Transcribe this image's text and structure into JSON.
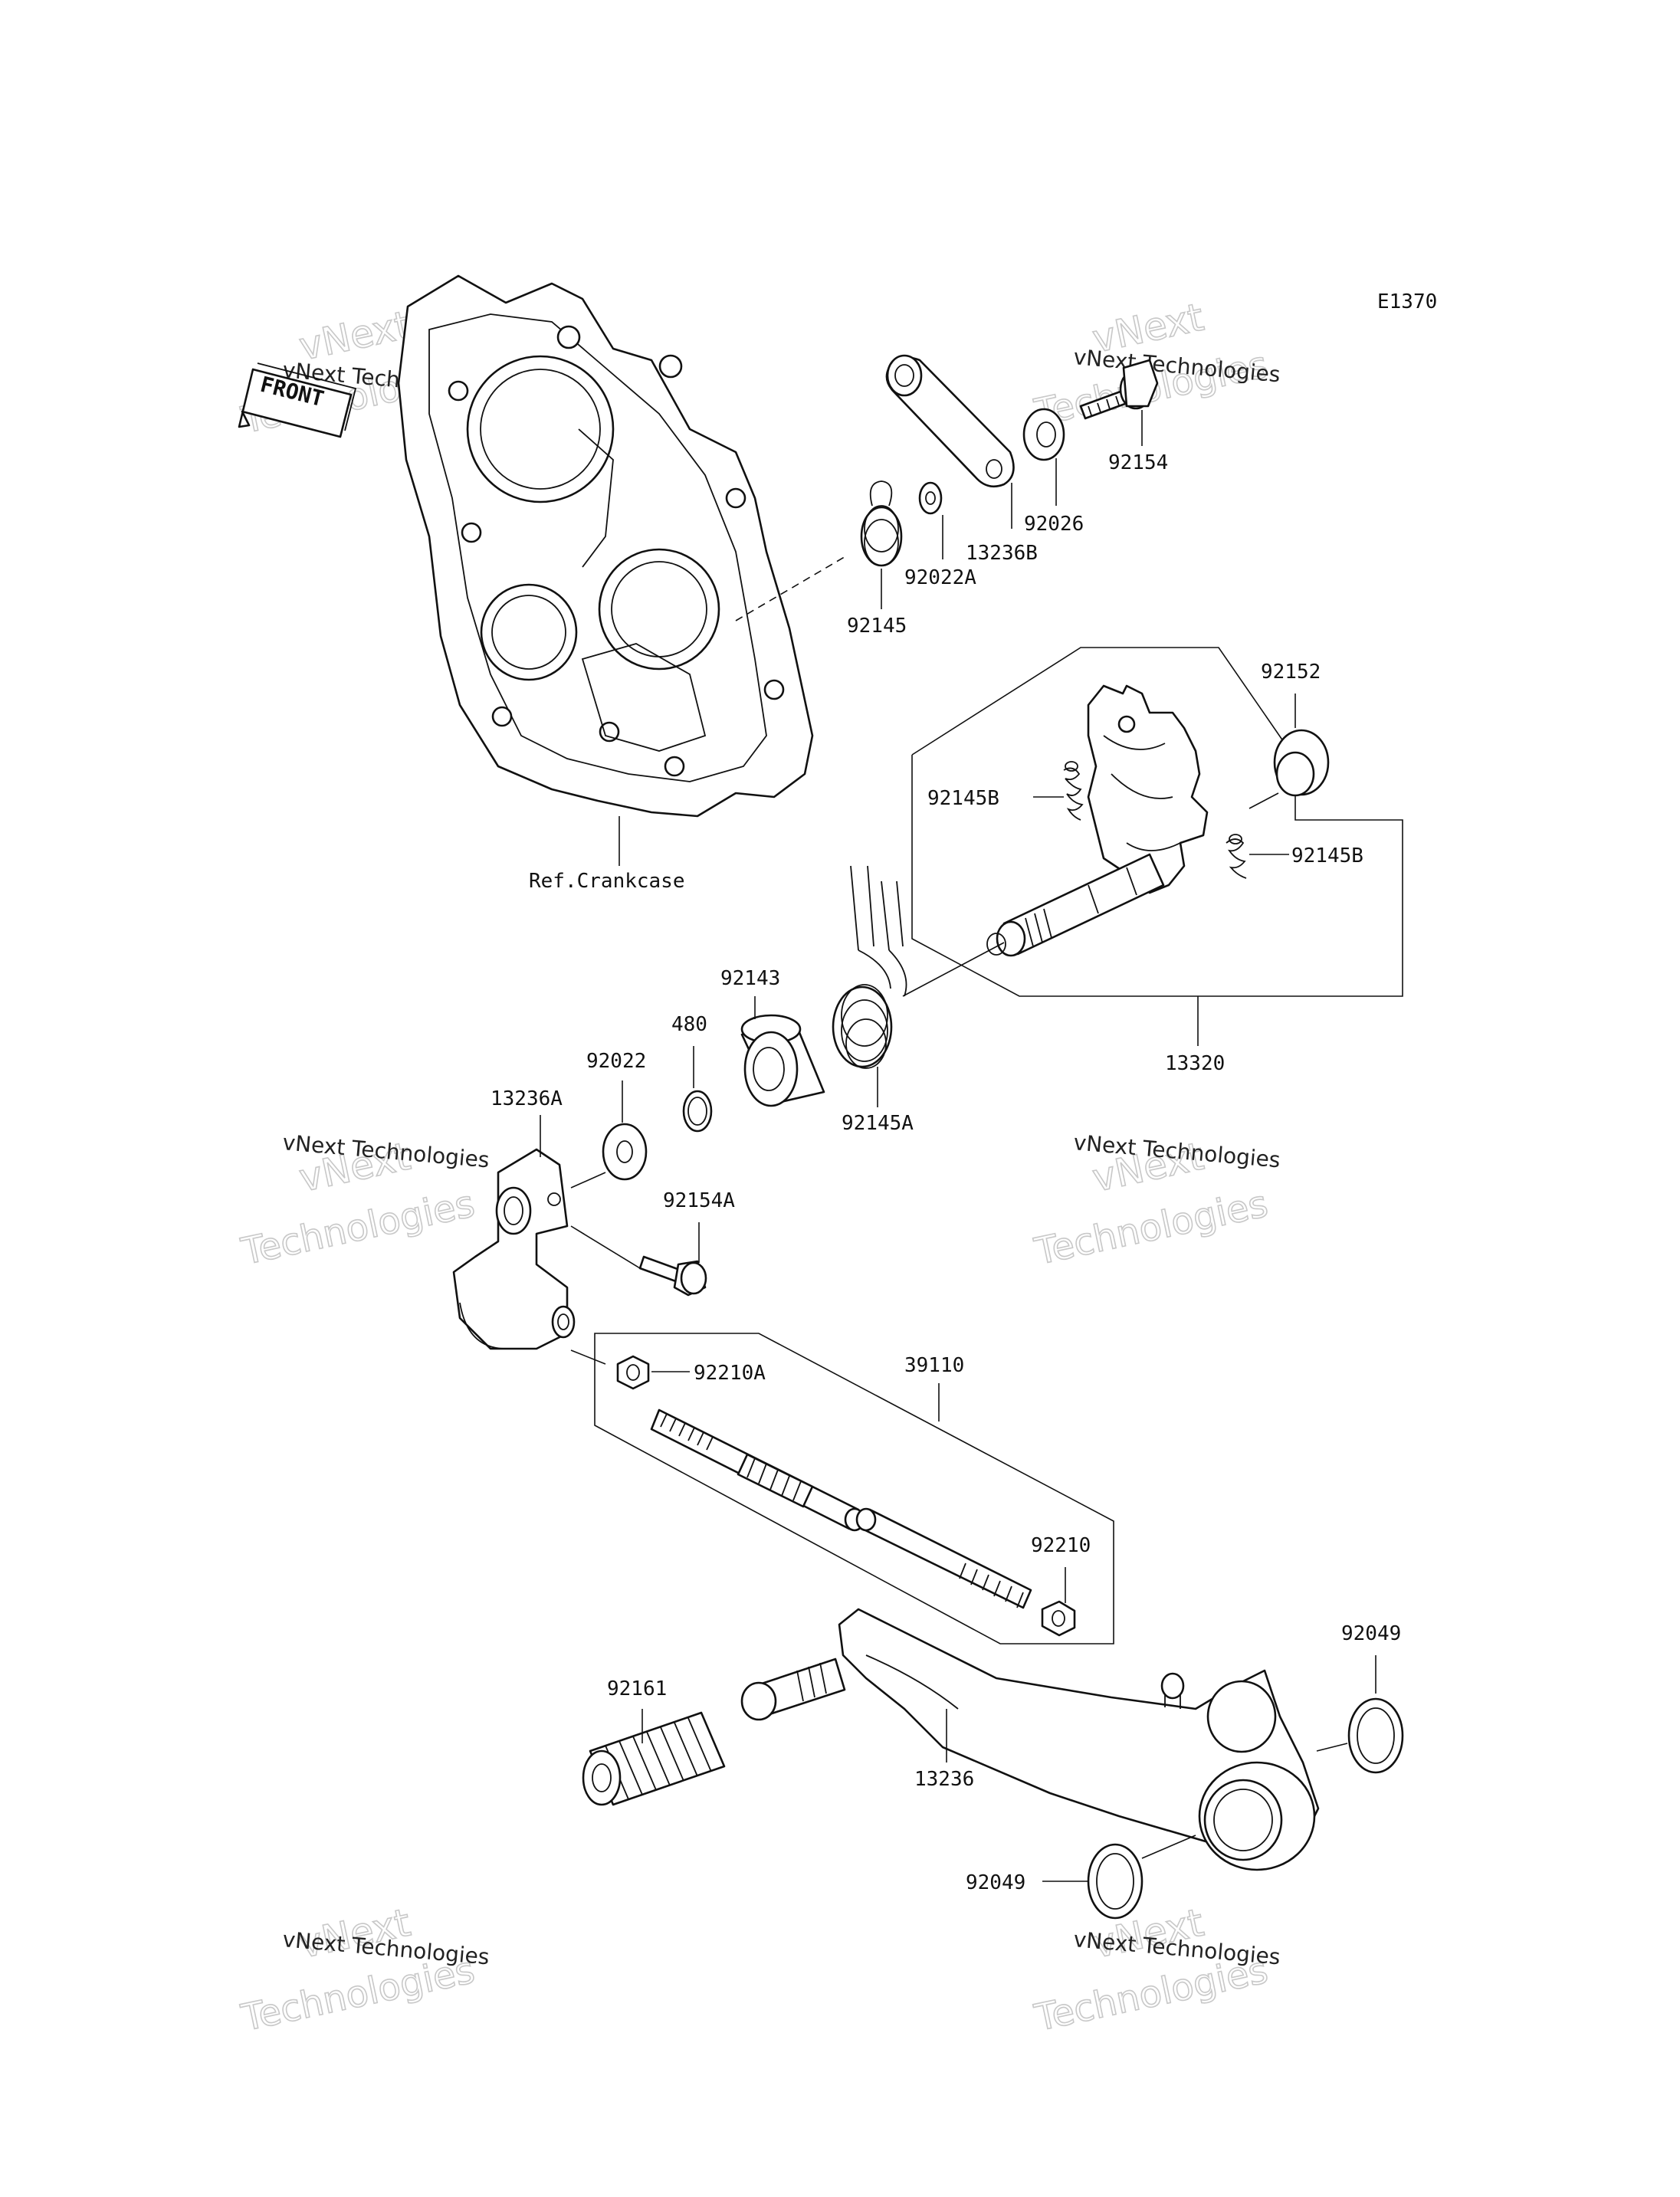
{
  "diagram_code": "E1370",
  "front_label": "FRONT",
  "ref_crankcase": "Ref.Crankcase",
  "watermark": {
    "line1": "vNext Technologies",
    "line2": "vNext",
    "line3": "Technologies"
  },
  "parts": [
    "92154",
    "92026",
    "13236B",
    "92022A",
    "92145",
    "92152",
    "92145B",
    "92145B",
    "13320",
    "92143",
    "480",
    "92022",
    "92145A",
    "13236A",
    "92154A",
    "92210A",
    "39110",
    "92210",
    "92049",
    "92161",
    "13236",
    "92049"
  ]
}
